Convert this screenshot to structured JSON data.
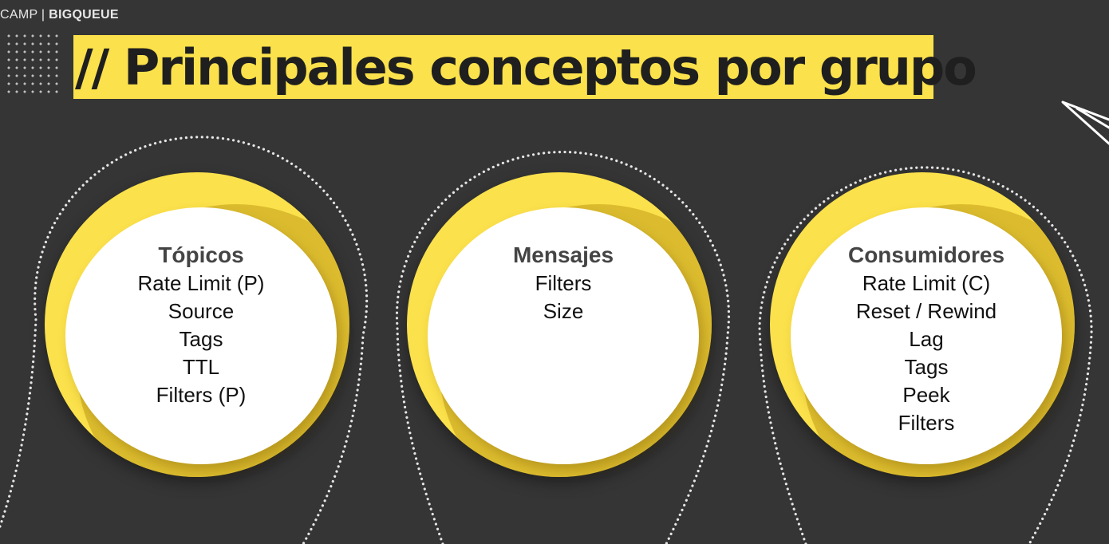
{
  "brand": {
    "prefix": "CAMP | ",
    "name": "BIGQUEUE"
  },
  "title": "// Principales conceptos por grupo",
  "colors": {
    "background": "#353535",
    "accent": "#fbe14b",
    "circle": "#ffffff"
  },
  "groups": [
    {
      "heading": "Tópicos",
      "items": [
        "Rate Limit (P)",
        "Source",
        "Tags",
        "TTL",
        "Filters (P)"
      ]
    },
    {
      "heading": "Mensajes",
      "items": [
        "Filters",
        "Size"
      ]
    },
    {
      "heading": "Consumidores",
      "items": [
        "Rate Limit (C)",
        "Reset / Rewind",
        "Lag",
        "Tags",
        "Peek",
        "Filters"
      ]
    }
  ],
  "icons": [
    "dot-grid-icon",
    "paper-plane-icon"
  ]
}
